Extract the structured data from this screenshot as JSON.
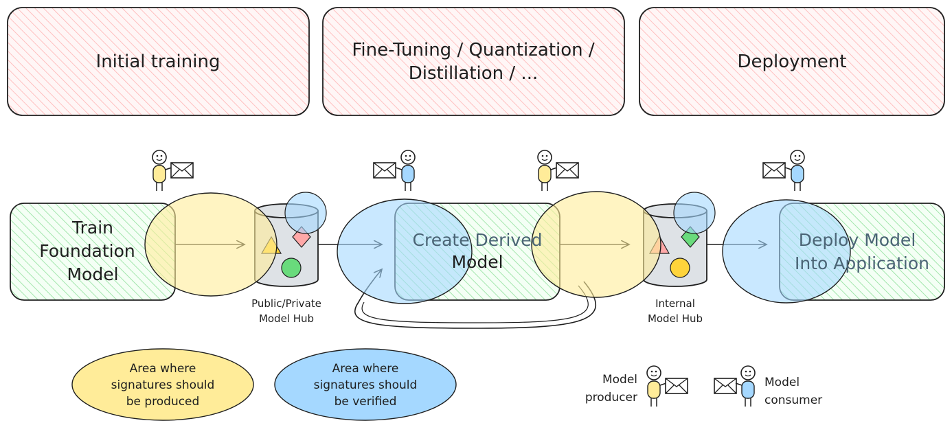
{
  "phases": [
    {
      "lines": [
        "Initial training"
      ]
    },
    {
      "lines": [
        "Fine-Tuning / Quantization /",
        "Distillation / ..."
      ]
    },
    {
      "lines": [
        "Deployment"
      ]
    }
  ],
  "stages": [
    {
      "lines": [
        "Train",
        "Foundation",
        "Model"
      ]
    },
    {
      "lines": [
        "Create Derived",
        "Model"
      ]
    },
    {
      "lines": [
        "Deploy Model",
        "Into Application"
      ]
    }
  ],
  "hubs": [
    {
      "lines": [
        "Public/Private",
        "Model Hub"
      ]
    },
    {
      "lines": [
        "Internal",
        "Model Hub"
      ]
    }
  ],
  "legend": {
    "produced_area": {
      "lines": [
        "Area where",
        "signatures should",
        "be produced"
      ]
    },
    "verified_area": {
      "lines": [
        "Area where",
        "signatures should",
        "be verified"
      ]
    },
    "producer": {
      "lines": [
        "Model",
        "producer"
      ]
    },
    "consumer": {
      "lines": [
        "Model",
        "consumer"
      ]
    }
  },
  "colors": {
    "phase_fill": "#ffc9c9",
    "stage_fill": "#b2f2bb",
    "produce_area": "#ffec99",
    "verify_area": "#a5d8ff",
    "hub_fill": "#dee2e6",
    "stroke": "#1e1e1e"
  },
  "icons": [
    "person-icon",
    "envelope-icon",
    "triangle-icon",
    "diamond-icon",
    "circle-icon",
    "arrow-icon"
  ]
}
